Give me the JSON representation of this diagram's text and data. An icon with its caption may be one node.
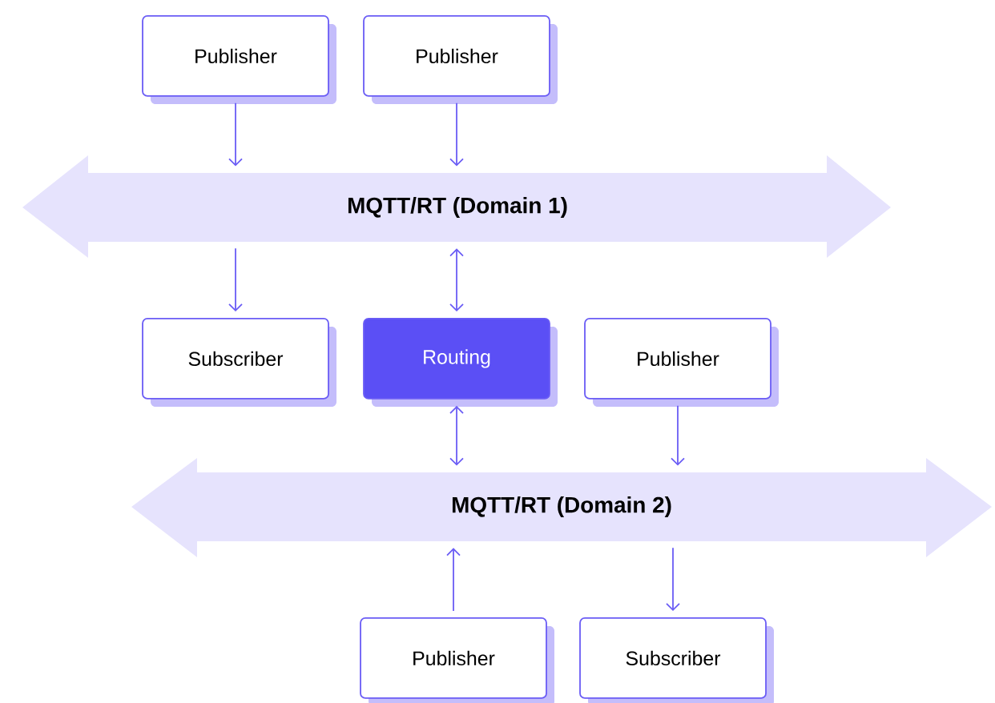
{
  "diagram": {
    "nodes": [
      {
        "text": [
          "Publisher"
        ]
      },
      {
        "text": [
          "Publisher"
        ]
      },
      {
        "text": [
          "MQTT/RT (Domain 1)"
        ]
      },
      {
        "text": [
          "Subscriber"
        ]
      },
      {
        "text": [
          "Routing"
        ]
      },
      {
        "text": [
          "Publisher"
        ]
      },
      {
        "text": [
          "MQTT/RT (Domain 2)"
        ]
      },
      {
        "text": [
          "Publisher"
        ]
      },
      {
        "text": [
          "Subscriber"
        ]
      }
    ],
    "edges": [
      {
        "from": 0,
        "to": 2,
        "arrow": "to"
      },
      {
        "from": 1,
        "to": 2,
        "arrow": "to"
      },
      {
        "from": 2,
        "to": 3,
        "arrow": "to"
      },
      {
        "from": 2,
        "to": 4,
        "arrow": "both"
      },
      {
        "from": 4,
        "to": 6,
        "arrow": "both"
      },
      {
        "from": 5,
        "to": 6,
        "arrow": "to"
      },
      {
        "from": 7,
        "to": 6,
        "arrow": "to"
      },
      {
        "from": 6,
        "to": 8,
        "arrow": "to"
      }
    ]
  }
}
